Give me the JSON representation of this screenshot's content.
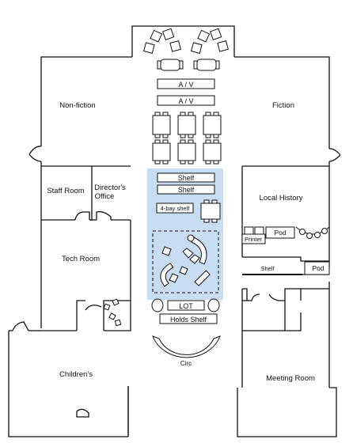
{
  "rooms": {
    "non_fiction": "Non-fiction",
    "fiction": "Fiction",
    "staff_room": "Staff Room",
    "directors_office_line1": "Director's",
    "directors_office_line2": "Office",
    "local_history": "Local History",
    "tech_room": "Tech Room",
    "childrens": "Children's",
    "meeting_room": "Meeting Room"
  },
  "labels": {
    "av_top": "A / V",
    "av_bottom": "A / V",
    "shelf_1": "Shelf",
    "shelf_2": "Shelf",
    "four_bay_shelf": "4-bay shelf",
    "printer": "Printer",
    "pod_1": "Pod",
    "pod_2": "Pod",
    "shelf_right": "Shelf",
    "lot": "LOT",
    "holds_shelf": "Holds Shelf",
    "circ": "Circ"
  },
  "colors": {
    "highlight": "#c9ddf2",
    "walls": "#111111"
  }
}
